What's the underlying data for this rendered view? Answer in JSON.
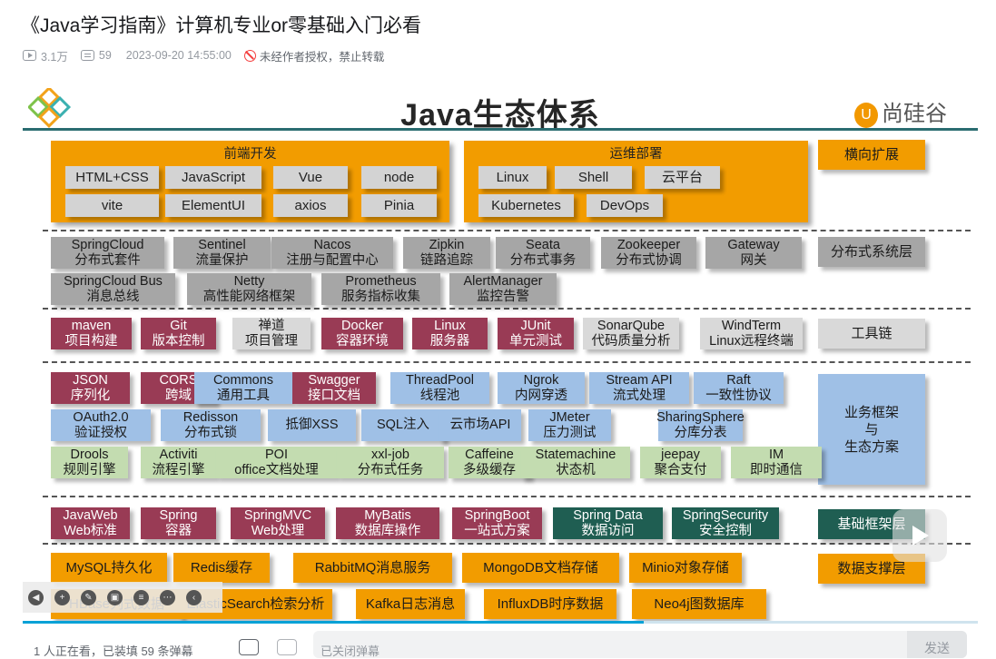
{
  "video": {
    "title": "《Java学习指南》计算机专业or零基础入门必看",
    "views": "3.1万",
    "danmaku_count": "59",
    "date": "2023-09-20 14:55:00",
    "repost_notice": "未经作者授权，禁止转载"
  },
  "slide": {
    "title": "Java生态体系",
    "brand": "尚硅谷",
    "brand_mark": "U",
    "frontend": {
      "header": "前端开发",
      "items": [
        "HTML+CSS",
        "JavaScript",
        "Vue",
        "node",
        "vite",
        "ElementUI",
        "axios",
        "Pinia"
      ]
    },
    "ops": {
      "header": "运维部署",
      "items": [
        "Linux",
        "Shell",
        "云平台",
        "Kubernetes",
        "DevOps"
      ]
    },
    "layers": {
      "horizontal": "横向扩展",
      "distributed": "分布式系统层",
      "toolchain": "工具链",
      "business": [
        "业务框架",
        "与",
        "生态方案"
      ],
      "base_framework": "基础框架层",
      "data_support": "数据支撑层"
    },
    "distributed": [
      [
        "SpringCloud",
        "分布式套件"
      ],
      [
        "Sentinel",
        "流量保护"
      ],
      [
        "Nacos",
        "注册与配置中心"
      ],
      [
        "Zipkin",
        "链路追踪"
      ],
      [
        "Seata",
        "分布式事务"
      ],
      [
        "Zookeeper",
        "分布式协调"
      ],
      [
        "Gateway",
        "网关"
      ],
      [
        "SpringCloud Bus",
        "消息总线"
      ],
      [
        "Netty",
        "高性能网络框架"
      ],
      [
        "Prometheus",
        "服务指标收集"
      ],
      [
        "AlertManager",
        "监控告警"
      ]
    ],
    "tools": [
      [
        "maven",
        "项目构建"
      ],
      [
        "Git",
        "版本控制"
      ],
      [
        "禅道",
        "项目管理"
      ],
      [
        "Docker",
        "容器环境"
      ],
      [
        "Linux",
        "服务器"
      ],
      [
        "JUnit",
        "单元测试"
      ],
      [
        "SonarQube",
        "代码质量分析"
      ],
      [
        "WindTerm",
        "Linux远程终端"
      ]
    ],
    "business": [
      [
        "JSON",
        "序列化"
      ],
      [
        "CORS",
        "跨域"
      ],
      [
        "Commons",
        "通用工具"
      ],
      [
        "Swagger",
        "接口文档"
      ],
      [
        "ThreadPool",
        "线程池"
      ],
      [
        "Ngrok",
        "内网穿透"
      ],
      [
        "Stream API",
        "流式处理"
      ],
      [
        "Raft",
        "一致性协议"
      ],
      [
        "OAuth2.0",
        "验证授权"
      ],
      [
        "Redisson",
        "分布式锁"
      ],
      [
        "抵御XSS"
      ],
      [
        "SQL注入"
      ],
      [
        "云市场API"
      ],
      [
        "JMeter",
        "压力测试"
      ],
      [
        "SharingSphere",
        "分库分表"
      ],
      [
        "Drools",
        "规则引擎"
      ],
      [
        "Activiti",
        "流程引擎"
      ],
      [
        "POI",
        "office文档处理"
      ],
      [
        "xxl-job",
        "分布式任务"
      ],
      [
        "Caffeine",
        "多级缓存"
      ],
      [
        "Statemachine",
        "状态机"
      ],
      [
        "jeepay",
        "聚合支付"
      ],
      [
        "IM",
        "即时通信"
      ]
    ],
    "frameworks": [
      [
        "JavaWeb",
        "Web标准"
      ],
      [
        "Spring",
        "容器"
      ],
      [
        "SpringMVC",
        "Web处理"
      ],
      [
        "MyBatis",
        "数据库操作"
      ],
      [
        "SpringBoot",
        "一站式方案"
      ],
      [
        "Spring Data",
        "数据访问"
      ],
      [
        "SpringSecurity",
        "安全控制"
      ]
    ],
    "storage": [
      "MySQL持久化",
      "Redis缓存",
      "RabbitMQ消息服务",
      "MongoDB文档存储",
      "Minio对象存储",
      "HBase列式数据",
      "ElasticSearch检索分析",
      "Kafka日志消息",
      "InfluxDB时序数据",
      "Neo4j图数据库"
    ]
  },
  "player": {
    "progress": 0.65
  },
  "bottom_bar": {
    "watching": "1 人正在看，已装填 59 条弹幕",
    "danmaku_placeholder": "已关闭弹幕",
    "send": "发送"
  },
  "colors": {
    "orange": "#f29c00",
    "maroon": "#993b55",
    "blue": "#9fc0e6",
    "green": "#c3dcb0",
    "dark_green": "#1f5e52",
    "teal_rule": "#2a6c70",
    "warn_red": "#f43f3f"
  },
  "icons": [
    "play-count-icon",
    "danmaku-count-icon",
    "no-repost-icon",
    "logo-diamonds-icon",
    "fullscreen-play-icon",
    "danmaku-toggle-icon",
    "danmaku-settings-icon"
  ]
}
